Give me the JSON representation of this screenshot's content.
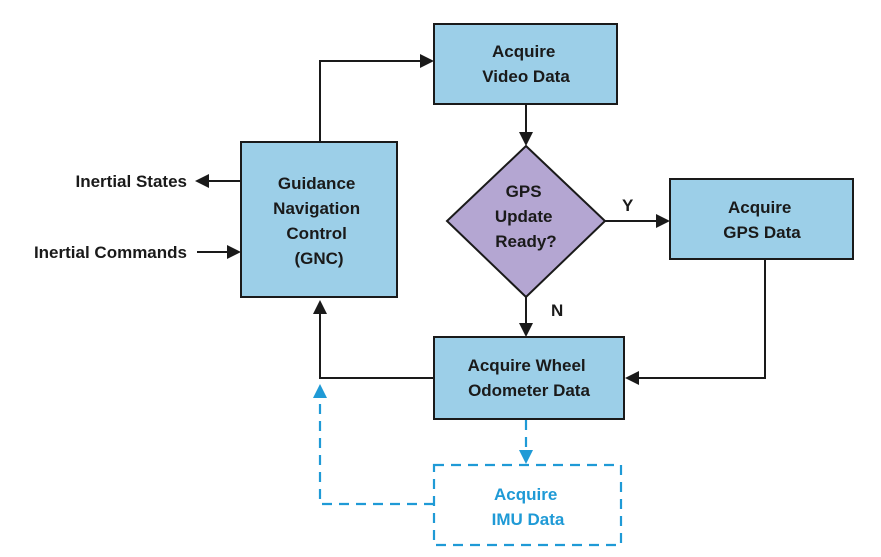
{
  "nodes": {
    "acquire_video": [
      "Acquire",
      "Video Data"
    ],
    "gnc": [
      "Guidance",
      "Navigation",
      "Control",
      "(GNC)"
    ],
    "gps_decision": [
      "GPS",
      "Update",
      "Ready?"
    ],
    "acquire_gps": [
      "Acquire",
      "GPS Data"
    ],
    "acquire_wheel": [
      "Acquire Wheel",
      "Odometer Data"
    ],
    "acquire_imu": [
      "Acquire",
      "IMU Data"
    ]
  },
  "labels": {
    "inertial_states": "Inertial States",
    "inertial_commands": "Inertial Commands",
    "yes": "Y",
    "no": "N"
  },
  "colors": {
    "process_fill": "#9ccfe8",
    "decision_fill": "#b4a6d2",
    "dashed_accent": "#1f9ad6",
    "line": "#1a1a1a"
  }
}
